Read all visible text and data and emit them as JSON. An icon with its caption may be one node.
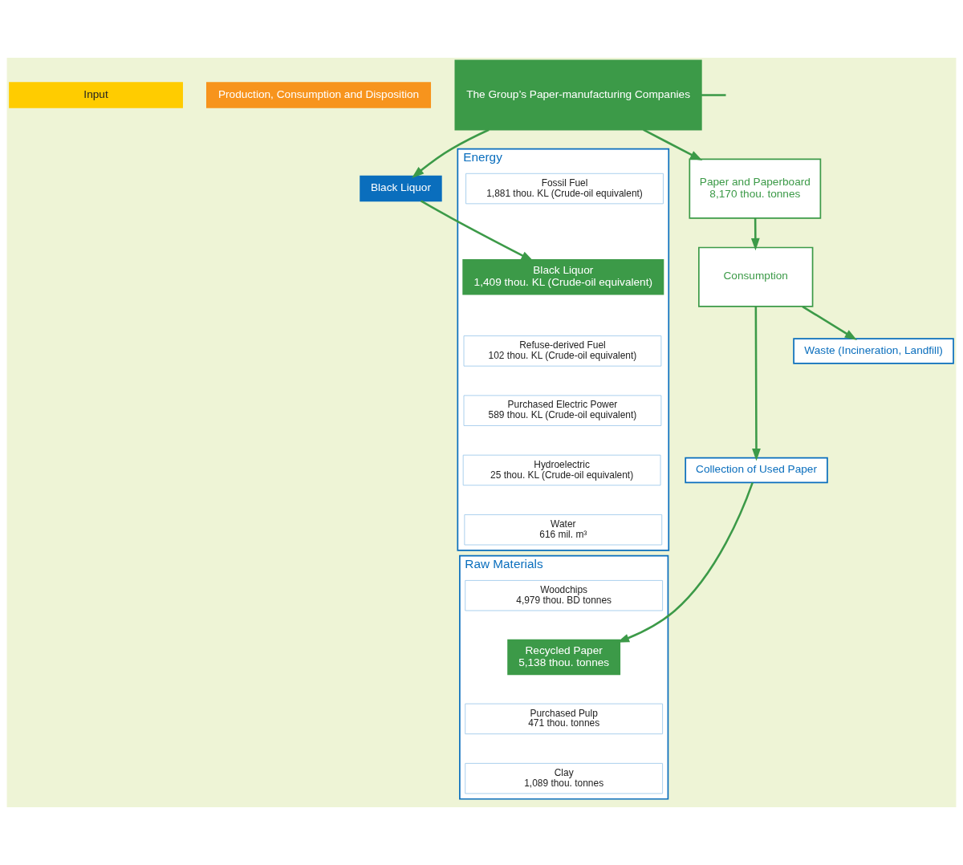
{
  "diagram": {
    "nodes": [
      {
        "text": [
          "Input"
        ]
      },
      {
        "text": [
          "Production, Consumption and Disposition"
        ]
      },
      {
        "text": [
          "Black Liquor"
        ]
      },
      {
        "text": [
          "Energy"
        ]
      },
      {
        "text": [
          "Fossil Fuel",
          "1,881 thou. KL (Crude-oil equivalent)"
        ],
        "in": 3
      },
      {
        "text": [
          "Black Liquor",
          "1,409 thou. KL (Crude-oil equivalent)"
        ],
        "in": 3
      },
      {
        "text": [
          "Refuse-derived Fuel",
          "102 thou. KL (Crude-oil equivalent)"
        ],
        "in": 3
      },
      {
        "text": [
          "Purchased Electric Power",
          "589 thou. KL (Crude-oil equivalent)"
        ],
        "in": 3
      },
      {
        "text": [
          "Hydroelectric",
          "25 thou. KL (Crude-oil equivalent)"
        ],
        "in": 3
      },
      {
        "text": [
          "Water",
          "616 mil. m³"
        ],
        "in": 3
      },
      {
        "text": [
          "The Group’s Paper-manufacturing Companies"
        ]
      },
      {
        "text": [
          "Paper and Paperboard",
          "8,170 thou. tonnes"
        ]
      },
      {
        "text": [
          "Raw Materials"
        ]
      },
      {
        "text": [
          "Woodchips",
          "4,979 thou. BD tonnes"
        ],
        "in": 12
      },
      {
        "text": [
          "Recycled Paper",
          "5,138 thou. tonnes"
        ],
        "in": 12
      },
      {
        "text": [
          "Purchased Pulp",
          "471 thou. tonnes"
        ],
        "in": 12
      },
      {
        "text": [
          "Clay",
          "1,089 thou. tonnes"
        ],
        "in": 12
      },
      {
        "text": [
          "Consumption"
        ]
      },
      {
        "text": [
          "Collection of Used Paper"
        ]
      },
      {
        "text": [
          "Waste (Incineration, Landfill)"
        ]
      }
    ],
    "edges": [
      {
        "from": 10,
        "to": 2,
        "arrow": "to"
      },
      {
        "from": 2,
        "to": 5,
        "arrow": "to"
      },
      {
        "from": 10,
        "to": 11,
        "arrow": "to"
      },
      {
        "from": 11,
        "to": 17,
        "arrow": "to"
      },
      {
        "from": 17,
        "to": 19,
        "arrow": "to"
      },
      {
        "from": 17,
        "to": 18,
        "arrow": "to"
      },
      {
        "from": 18,
        "to": 14,
        "arrow": "to"
      },
      {
        "from": 10,
        "to": null,
        "arrow": "none"
      }
    ]
  }
}
